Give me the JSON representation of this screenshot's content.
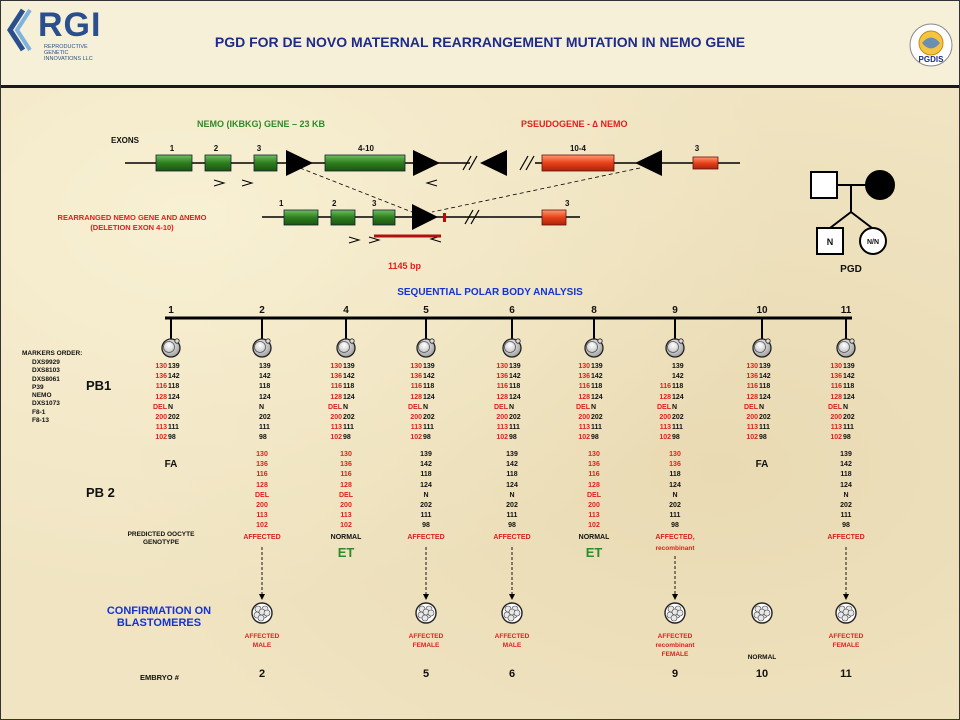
{
  "header": {
    "title": "PGD FOR DE NOVO MATERNAL REARRANGEMENT MUTATION IN NEMO GENE",
    "logo_text": "RGI",
    "logo_subtitle": "REPRODUCTIVE GENETIC INNOVATIONS LLC",
    "right_logo_text": "PGDIS"
  },
  "gene_map": {
    "exons_label": "EXONS",
    "nemo_label": "NEMO (IKBKG) GENE – 23 KB",
    "pseudogene_label": "PSEUDOGENE - ∆ NEMO",
    "exon_labels": [
      "1",
      "2",
      "3",
      "4-10",
      "10-4",
      "3"
    ],
    "rearranged_label_1": "REARRANGED NEMO GENE AND ∆NEMO",
    "rearranged_label_2": "(DELETION EXON 4-10)",
    "rearranged_exon_labels": [
      "1",
      "2",
      "3",
      "3"
    ],
    "amplicon_label": "1145 bp"
  },
  "pedigree": {
    "son_label": "N",
    "daughter_label": "N/N",
    "caption": "PGD"
  },
  "analysis_title": "SEQUENTIAL POLAR BODY ANALYSIS",
  "markers_title": "MARKERS ORDER:",
  "markers": [
    "DXS9929",
    "DXS8103",
    "DXS8061",
    "P39",
    "NEMO",
    "DXS1073",
    "F8-1",
    "F8-13"
  ],
  "row_labels": {
    "pb1": "PB1",
    "pb2": "PB 2",
    "predicted": "PREDICTED OOCYTE GENOTYPE",
    "confirmation": "CONFIRMATION ON BLASTOMERES",
    "embryo": "EMBRYO #"
  },
  "oocytes": [
    {
      "num": "1",
      "pb1": [
        [
          "130",
          "139"
        ],
        [
          "136",
          "142"
        ],
        [
          "116",
          "118"
        ],
        [
          "128",
          "124"
        ],
        [
          "DEL",
          "N"
        ],
        [
          "200",
          "202"
        ],
        [
          "113",
          "111"
        ],
        [
          "102",
          "98"
        ]
      ],
      "pb2_fa": "FA",
      "pb2": null,
      "predicted": "",
      "et": "",
      "blastomere": null,
      "embryo": ""
    },
    {
      "num": "2",
      "pb1": [
        [
          "",
          "139"
        ],
        [
          "",
          "142"
        ],
        [
          "",
          "118"
        ],
        [
          "",
          "124"
        ],
        [
          "",
          "N"
        ],
        [
          "",
          "202"
        ],
        [
          "",
          "111"
        ],
        [
          "",
          "98"
        ]
      ],
      "pb2_fa": "",
      "pb2": [
        "130",
        "136",
        "116",
        "128",
        "DEL",
        "200",
        "113",
        "102"
      ],
      "pb2_red": true,
      "predicted": "AFFECTED",
      "predicted_color": "red",
      "et": "",
      "blastomere": [
        "AFFECTED",
        "MALE"
      ],
      "embryo": "2"
    },
    {
      "num": "4",
      "pb1": [
        [
          "130",
          "139"
        ],
        [
          "136",
          "142"
        ],
        [
          "116",
          "118"
        ],
        [
          "128",
          "124"
        ],
        [
          "DEL",
          "N"
        ],
        [
          "200",
          "202"
        ],
        [
          "113",
          "111"
        ],
        [
          "102",
          "98"
        ]
      ],
      "pb2_fa": "",
      "pb2": [
        "130",
        "136",
        "116",
        "128",
        "DEL",
        "200",
        "113",
        "102"
      ],
      "pb2_red": true,
      "predicted": "NORMAL",
      "predicted_color": "black",
      "et": "ET",
      "blastomere": null,
      "embryo": ""
    },
    {
      "num": "5",
      "pb1": [
        [
          "130",
          "139"
        ],
        [
          "136",
          "142"
        ],
        [
          "116",
          "118"
        ],
        [
          "128",
          "124"
        ],
        [
          "DEL",
          "N"
        ],
        [
          "200",
          "202"
        ],
        [
          "113",
          "111"
        ],
        [
          "102",
          "98"
        ]
      ],
      "pb2_fa": "",
      "pb2": [
        "139",
        "142",
        "118",
        "124",
        "N",
        "202",
        "111",
        "98"
      ],
      "pb2_red": false,
      "predicted": "AFFECTED",
      "predicted_color": "red",
      "et": "",
      "blastomere": [
        "AFFECTED",
        "FEMALE"
      ],
      "embryo": "5"
    },
    {
      "num": "6",
      "pb1": [
        [
          "130",
          "139"
        ],
        [
          "136",
          "142"
        ],
        [
          "116",
          "118"
        ],
        [
          "128",
          "124"
        ],
        [
          "DEL",
          "N"
        ],
        [
          "200",
          "202"
        ],
        [
          "113",
          "111"
        ],
        [
          "102",
          "98"
        ]
      ],
      "pb2_fa": "",
      "pb2": [
        "139",
        "142",
        "118",
        "124",
        "N",
        "202",
        "111",
        "98"
      ],
      "pb2_red": false,
      "predicted": "AFFECTED",
      "predicted_color": "red",
      "et": "",
      "blastomere": [
        "AFFECTED",
        "MALE"
      ],
      "embryo": "6"
    },
    {
      "num": "8",
      "pb1": [
        [
          "130",
          "139"
        ],
        [
          "136",
          "142"
        ],
        [
          "116",
          "118"
        ],
        [
          "128",
          "124"
        ],
        [
          "DEL",
          "N"
        ],
        [
          "200",
          "202"
        ],
        [
          "113",
          "111"
        ],
        [
          "102",
          "98"
        ]
      ],
      "pb2_fa": "",
      "pb2": [
        "130",
        "136",
        "116",
        "128",
        "DEL",
        "200",
        "113",
        "102"
      ],
      "pb2_red": true,
      "predicted": "NORMAL",
      "predicted_color": "black",
      "et": "ET",
      "blastomere": null,
      "embryo": ""
    },
    {
      "num": "9",
      "pb1": [
        [
          "",
          "139"
        ],
        [
          "",
          "142"
        ],
        [
          "116",
          "118"
        ],
        [
          "128",
          "124"
        ],
        [
          "DEL",
          "N"
        ],
        [
          "200",
          "202"
        ],
        [
          "113",
          "111"
        ],
        [
          "102",
          "98"
        ]
      ],
      "pb2_fa": "",
      "pb2": [
        "130",
        "136",
        "118",
        "124",
        "N",
        "202",
        "111",
        "98"
      ],
      "pb2_mixed": true,
      "predicted": "AFFECTED,",
      "predicted2": "recombinant",
      "predicted_color": "red",
      "et": "",
      "blastomere": [
        "AFFECTED",
        "recombinant",
        "FEMALE"
      ],
      "embryo": "9"
    },
    {
      "num": "10",
      "pb1": [
        [
          "130",
          "139"
        ],
        [
          "136",
          "142"
        ],
        [
          "116",
          "118"
        ],
        [
          "128",
          "124"
        ],
        [
          "DEL",
          "N"
        ],
        [
          "200",
          "202"
        ],
        [
          "113",
          "111"
        ],
        [
          "102",
          "98"
        ]
      ],
      "pb2_fa": "FA",
      "pb2": null,
      "predicted": "",
      "et": "",
      "blastomere": [
        "NORMAL"
      ],
      "blastomere_color": "black",
      "embryo": "10"
    },
    {
      "num": "11",
      "pb1": [
        [
          "130",
          "139"
        ],
        [
          "136",
          "142"
        ],
        [
          "116",
          "118"
        ],
        [
          "128",
          "124"
        ],
        [
          "DEL",
          "N"
        ],
        [
          "200",
          "202"
        ],
        [
          "113",
          "111"
        ],
        [
          "102",
          "98"
        ]
      ],
      "pb2_fa": "",
      "pb2": [
        "139",
        "142",
        "118",
        "124",
        "N",
        "202",
        "111",
        "98"
      ],
      "pb2_red": false,
      "predicted": "AFFECTED",
      "predicted_color": "red",
      "et": "",
      "blastomere": [
        "AFFECTED",
        "FEMALE"
      ],
      "embryo": "11"
    }
  ],
  "colors": {
    "green_exon": "#2e7d1e",
    "red_exon": "#e8401a",
    "title_navy": "#1d2b8a",
    "label_red": "#e0201c",
    "label_green": "#2f8a2a",
    "label_blue": "#1433d6"
  }
}
